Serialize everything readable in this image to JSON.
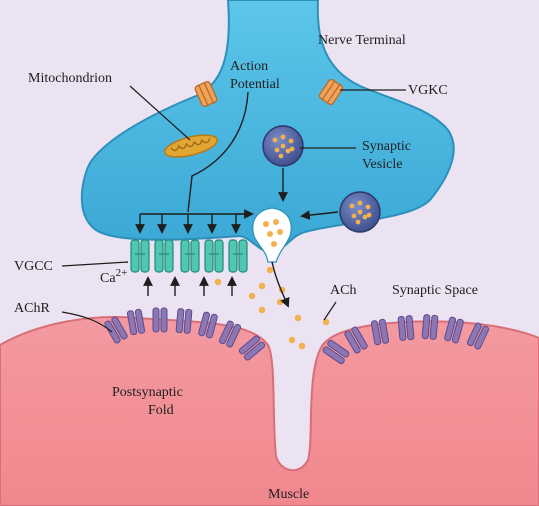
{
  "labels": {
    "nerve_terminal": "Nerve Terminal",
    "mitochondrion": "Mitochondrion",
    "action_potential_line1": "Action",
    "action_potential_line2": "Potential",
    "vgkc": "VGKC",
    "synaptic_vesicle_line1": "Synaptic",
    "synaptic_vesicle_line2": "Vesicle",
    "vgcc": "VGCC",
    "calcium": "Ca",
    "calcium_charge": "2+",
    "achr": "AChR",
    "ach": "ACh",
    "synaptic_space": "Synaptic Space",
    "postsynaptic_fold_line1": "Postsynaptic",
    "postsynaptic_fold_line2": "Fold",
    "muscle": "Muscle"
  },
  "colors": {
    "background": "#ebe3f1",
    "nerve_terminal": "#45b6de",
    "nerve_edge": "#2c90ba",
    "muscle": "#ef8c92",
    "muscle_edge": "#d86f78",
    "vesicle": "#4e5f9e",
    "vesicle_ach_dot": "#f3b14e",
    "channel_vgcc": "#4fc7b2",
    "channel_vgkc": "#f1a35a",
    "receptor_achr": "#8c77b5",
    "mitochondrion": "#e1a633"
  }
}
